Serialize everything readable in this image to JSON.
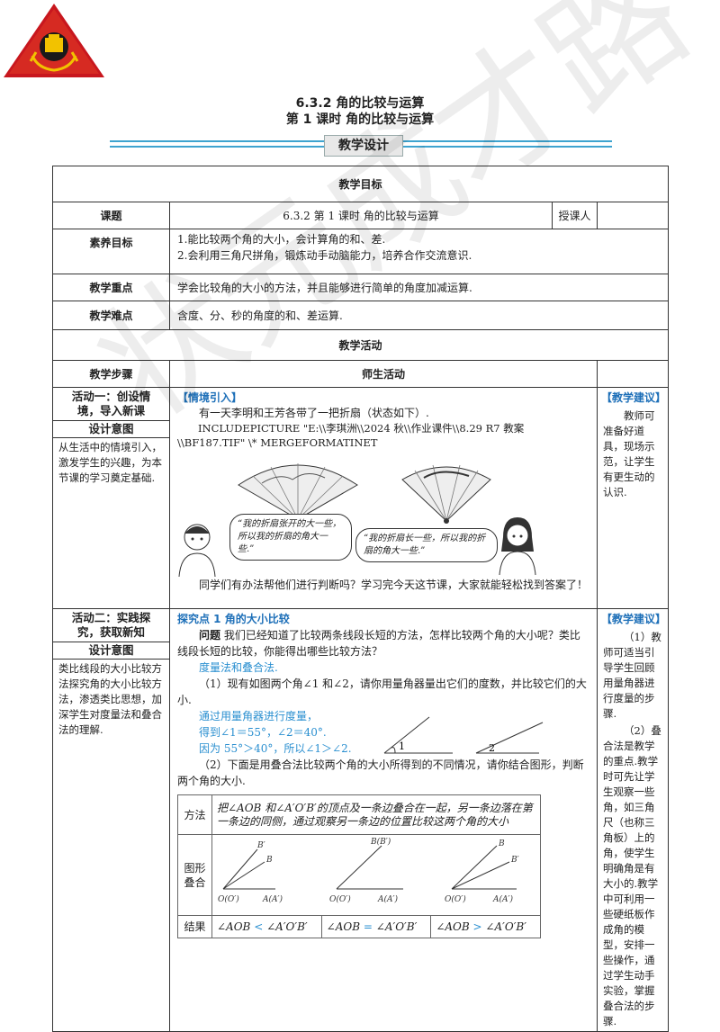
{
  "header": {
    "title_line1": "6.3.2 角的比较与运算",
    "title_line2": "第 1 课时  角的比较与运算",
    "banner": "教学设计"
  },
  "goals": {
    "section_title": "教学目标",
    "topic_label": "课题",
    "topic_value": "6.3.2  第 1 课时  角的比较与运算",
    "teacher_label": "授课人",
    "literacy_label": "素养目标",
    "literacy_lines": [
      "1.能比较两个角的大小，会计算角的和、差.",
      "2.会利用三角尺拼角，锻炼动手动脑能力，培养合作交流意识."
    ],
    "key_label": "教学重点",
    "key_value": "学会比较角的大小的方法，并且能够进行简单的角度加减运算.",
    "diff_label": "教学难点",
    "diff_value": "含度、分、秒的角度的和、差运算."
  },
  "activities": {
    "section_title": "教学活动",
    "step_label": "教学步骤",
    "teacher_student_label": "师生活动",
    "activity1": {
      "name": "活动一：创设情境，导入新课",
      "design_label": "设计意图",
      "design_text": "从生活中的情境引入，激发学生的兴趣，为本节课的学习奠定基础.",
      "section_tag": "【情境引入】",
      "line1": "有一天李明和王芳各带了一把折扇（状态如下）.",
      "line2": "INCLUDEPICTURE  \"E:\\\\李琪洲\\\\2024 秋\\\\作业课件\\\\8.29 R7 教案\\\\BF187.TIF\" \\* MERGEFORMATINET",
      "bubble_left": "“我的折扇张开的大一些，所以我的折扇的角大一些.”",
      "bubble_right": "“我的折扇长一些，所以我的折扇的角大一些.”",
      "closing": "同学们有办法帮他们进行判断吗？学习完今天这节课，大家就能轻松找到答案了！",
      "suggest_tag": "【教学建议】",
      "suggest_text": "教师可准备好道具，现场示范，让学生有更生动的认识."
    },
    "activity2": {
      "name": "活动二：实践探究，获取新知",
      "design_label": "设计意图",
      "design_text": "类比线段的大小比较方法探究角的大小比较方法，渗透类比思想，加深学生对度量法和叠合法的理解.",
      "point_title": "探究点 1  角的大小比较",
      "question_label": "问题",
      "question_text": "我们已经知道了比较两条线段长短的方法，怎样比较两个角的大小呢？类比线段长短的比较，你能得出哪些比较方法？",
      "methods": "度量法和叠合法.",
      "q1": "（1）现有如图两个角∠1 和∠2，请你用量角器量出它们的度数，并比较它们的大小.",
      "a1_1": "通过用量角器进行度量，",
      "a1_2": "得到∠1＝55°，∠2＝40°.",
      "a1_3": "因为 55°＞40°，所以∠1＞∠2.",
      "angle1_label": "1",
      "angle2_label": "2",
      "q2": "（2）下面是用叠合法比较两个角的大小所得到的不同情况，请你结合图形，判断两个角的大小.",
      "inner_table": {
        "method_label": "方法",
        "method_text": "把∠AOB 和∠A′O′B′的顶点及一条边叠合在一起，另一条边落在第一条边的同侧，通过观察另一条边的位置比较这两个角的大小",
        "figure_label": "图形叠合",
        "result_label": "结果",
        "results": [
          {
            "left": "∠AOB",
            "op": "<",
            "right": "∠A′O′B′"
          },
          {
            "left": "∠AOB",
            "op": "=",
            "right": "∠A′O′B′"
          },
          {
            "left": "∠AOB",
            "op": ">",
            "right": "∠A′O′B′"
          }
        ],
        "fig_labels": {
          "O": "O(O′)",
          "A": "A(A′)",
          "B": "B",
          "Bp": "B′",
          "BB": "B(B′)"
        }
      },
      "suggest_tag": "【教学建议】",
      "suggest_text1": "（1）教师可适当引导学生回顾用量角器进行度量的步骤.",
      "suggest_text2": "（2）叠合法是教学的重点.教学时可先让学生观察一些角，如三角尺（也称三角板）上的角，使学生明确角是有大小的.教学中可利用一些硬纸板作成角的模型，安排一些操作，通过学生动手实验，掌握叠合法的步骤."
    }
  },
  "watermark": "状元成才路",
  "colors": {
    "accent": "#2a8fd0",
    "banner_line": "#3ea3cf",
    "logo_red": "#c8171e"
  }
}
